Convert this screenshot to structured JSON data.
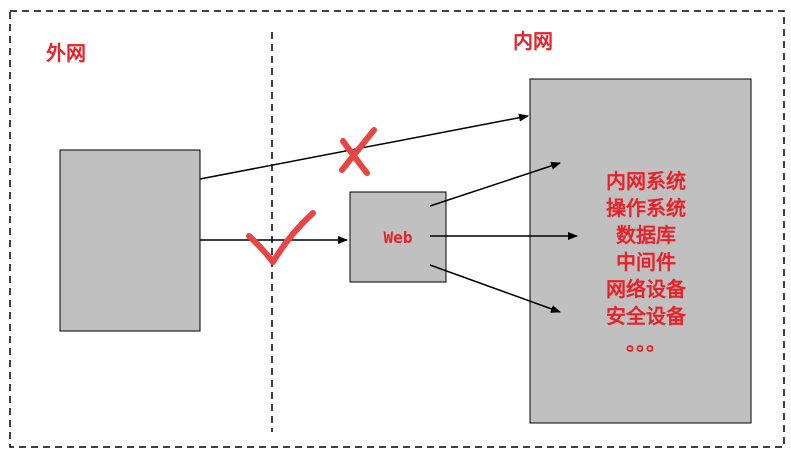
{
  "zones": {
    "outer_label": "外网",
    "inner_label": "内网"
  },
  "web_server": {
    "label": "Web"
  },
  "inner_network": {
    "items": [
      "内网系统",
      "操作系统",
      "数据库",
      "中间件",
      "网络设备",
      "安全设备",
      "。。。"
    ]
  },
  "colors": {
    "box_fill": "#c0c0c0",
    "label_red": "#e8222a",
    "mark_red": "#e84545",
    "line": "#000000"
  },
  "marks": {
    "direct_access": "cross-icon",
    "via_web": "check-icon"
  }
}
